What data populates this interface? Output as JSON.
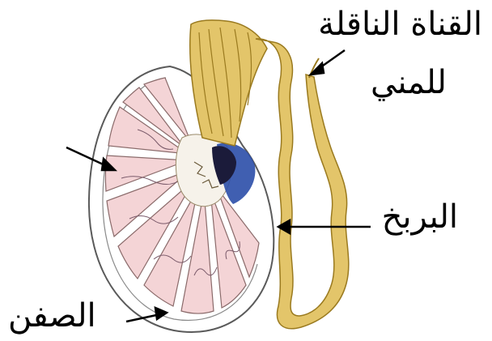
{
  "labels": {
    "vas_deferens_line1": "القناة الناقلة",
    "vas_deferens_line2": "للمني",
    "epididymis": "البربخ",
    "tunica": "الصفن"
  },
  "colors": {
    "lobule_fill": "#f4d4d6",
    "lobule_stroke": "#8a6a6a",
    "capsule_fill": "#ffffff",
    "capsule_stroke": "#5a5a5a",
    "epididymis_fill": "#e3c56a",
    "epididymis_stroke": "#9a7a1f",
    "rete_blue": "#2b4ea8",
    "rete_dark": "#1b1b3a",
    "arrow": "#000000"
  }
}
